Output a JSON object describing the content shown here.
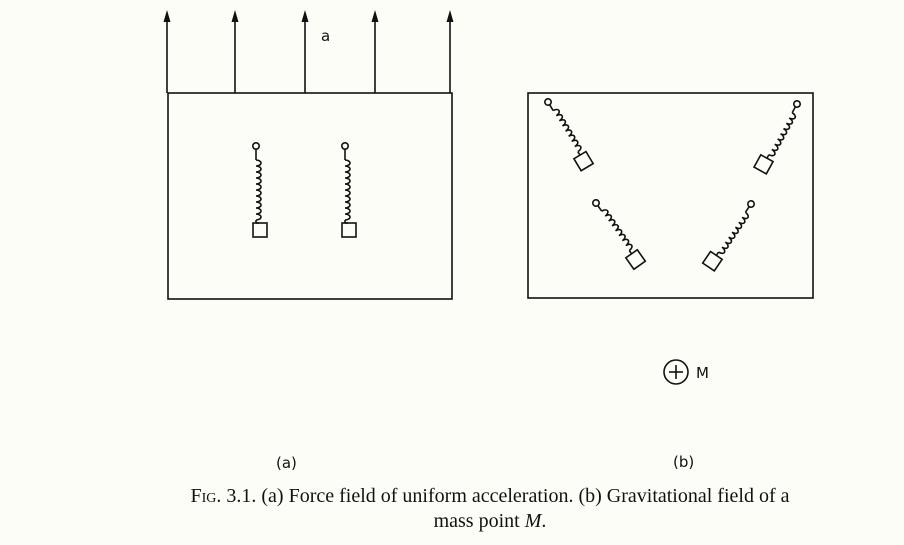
{
  "figure": {
    "panel_a": {
      "acceleration_label": "a",
      "panel_label": "(a)"
    },
    "panel_b": {
      "mass_label": "M",
      "panel_label": "(b)"
    }
  },
  "caption": {
    "fig_label": "Fig.",
    "number": " 3.1.",
    "text_before": " (a) Force field of uniform acceleration. (b) Gravitational field of a",
    "text_line2": "mass point ",
    "mass_symbol": "M",
    "period": "."
  }
}
